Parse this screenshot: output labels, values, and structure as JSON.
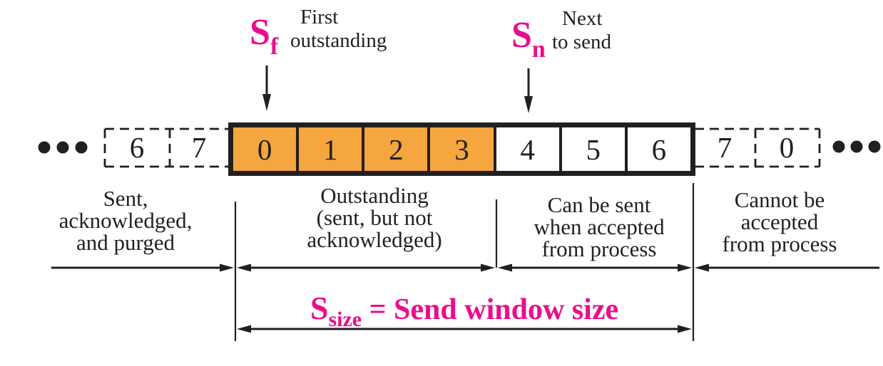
{
  "pointers": {
    "sf": {
      "symbol": "S",
      "subscript": "f",
      "description": [
        "First",
        "outstanding"
      ]
    },
    "sn": {
      "symbol": "S",
      "subscript": "n",
      "description": [
        "Next",
        "to send"
      ]
    }
  },
  "sequence": {
    "left_ellipsis": "•••",
    "right_ellipsis": "•••",
    "outside_left": [
      "6",
      "7"
    ],
    "window_cells": [
      {
        "value": "0",
        "state": "outstanding"
      },
      {
        "value": "1",
        "state": "outstanding"
      },
      {
        "value": "2",
        "state": "outstanding"
      },
      {
        "value": "3",
        "state": "outstanding"
      },
      {
        "value": "4",
        "state": "can-send"
      },
      {
        "value": "5",
        "state": "can-send"
      },
      {
        "value": "6",
        "state": "can-send"
      }
    ],
    "outside_right": [
      "7",
      "0"
    ]
  },
  "regions": [
    {
      "lines": [
        "Sent,",
        "acknowledged,",
        "and purged"
      ]
    },
    {
      "lines": [
        "Outstanding",
        "(sent, but not",
        "acknowledged)"
      ]
    },
    {
      "lines": [
        "Can be sent",
        "when accepted",
        "from process"
      ]
    },
    {
      "lines": [
        "Cannot be",
        "accepted",
        "from process"
      ]
    }
  ],
  "window_size": {
    "symbol": "S",
    "subscript": "size",
    "rest": "= Send window size"
  },
  "colors": {
    "outstanding_fill": "#F5A63E",
    "magenta": "#EB0D8C",
    "ink": "#231F20"
  }
}
